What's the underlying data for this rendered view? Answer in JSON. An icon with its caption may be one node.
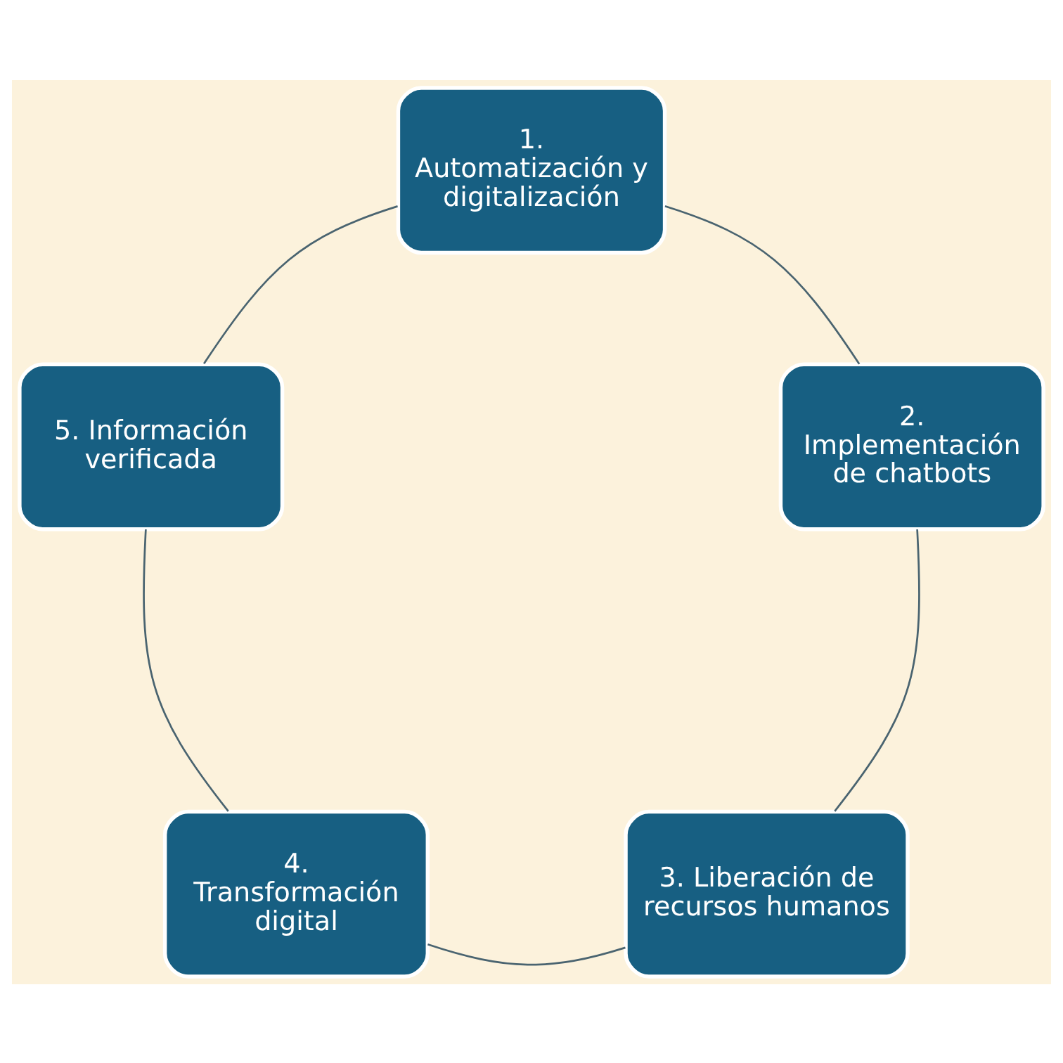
{
  "diagram": {
    "nodes": [
      {
        "text": [
          "1. Automatización y digitalización"
        ]
      },
      {
        "text": [
          "2. Implementación de chatbots"
        ]
      },
      {
        "text": [
          "3. Liberación de recursos humanos"
        ]
      },
      {
        "text": [
          "4. Transformación digital"
        ]
      },
      {
        "text": [
          "5. Información verificada"
        ]
      }
    ],
    "edges": [
      {
        "from": 0,
        "to": 1,
        "arrow": "none"
      },
      {
        "from": 1,
        "to": 2,
        "arrow": "none"
      },
      {
        "from": 2,
        "to": 3,
        "arrow": "none"
      },
      {
        "from": 3,
        "to": 4,
        "arrow": "none"
      },
      {
        "from": 4,
        "to": 0,
        "arrow": "none"
      }
    ]
  }
}
